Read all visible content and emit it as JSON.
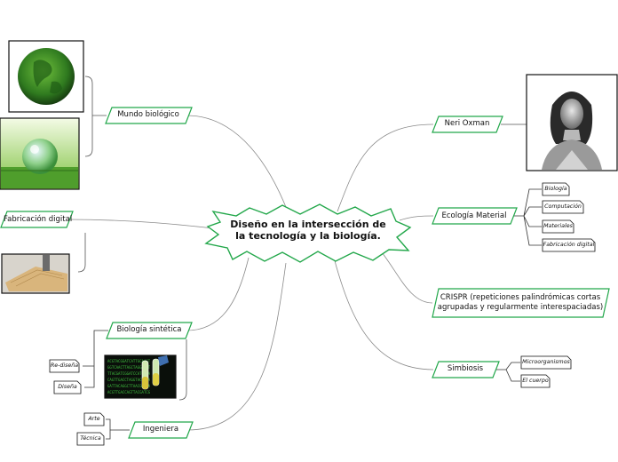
{
  "central": {
    "title": "Diseño en la intersección de la tecnología y la biología."
  },
  "colors": {
    "accent": "#22a74a",
    "line": "#8a8a8a",
    "border": "#111111"
  },
  "branches": {
    "mundo": {
      "label": "Mundo biológico"
    },
    "fabricacion": {
      "label": "Fabricación digital"
    },
    "biologia_sintetica": {
      "label": "Biología sintética",
      "children": [
        "Re-diseña",
        "Diseña"
      ]
    },
    "ingeniera": {
      "label": "Ingeniera",
      "children": [
        "Arte",
        "Técnica"
      ]
    },
    "neri": {
      "label": "Neri Oxman"
    },
    "ecologia": {
      "label": "Ecología Material",
      "children": [
        "Biología",
        "Computación",
        "Materiales",
        "Fabricación digital"
      ]
    },
    "crispr": {
      "label_line1": "CRISPR (repeticiones palindrómicas cortas",
      "label_line2": "agrupadas y regularmente interespaciadas)"
    },
    "simbiosis": {
      "label": "Simbiosis",
      "children": [
        "Microorganismos",
        "El cuerpo"
      ]
    }
  },
  "images": [
    "moss-globe",
    "water-globe",
    "fabrication-sample",
    "test-tubes",
    "portrait"
  ]
}
